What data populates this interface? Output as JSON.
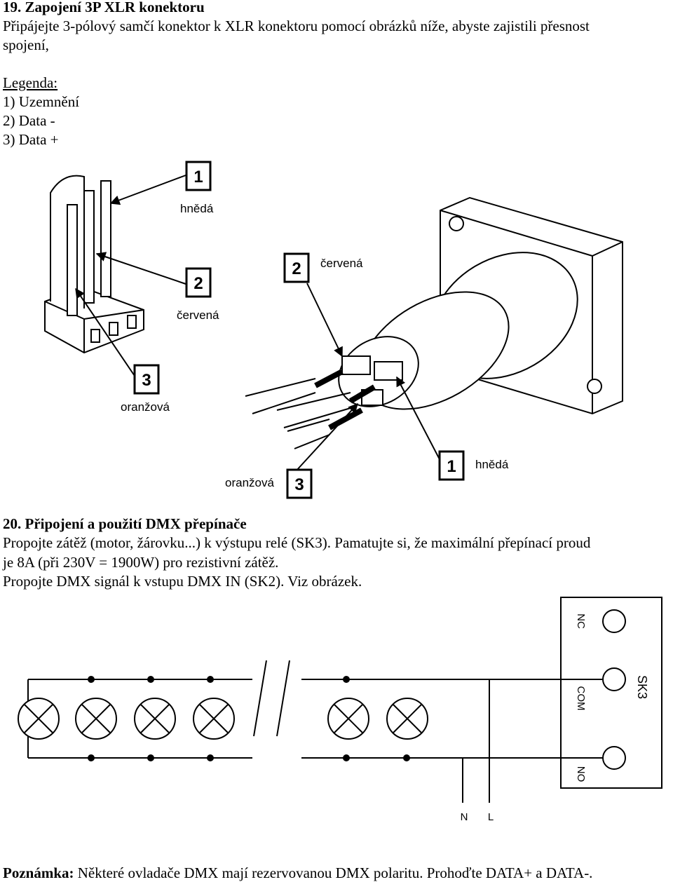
{
  "section19": {
    "title": "19. Zapojení 3P XLR konektoru",
    "intro_line1": "Připájejte 3-pólový samčí konektor k XLR konektoru pomocí obrázků níže, abyste zajistili přesnost",
    "intro_line2": "spojení,",
    "legend_title": "Legenda:",
    "legend_items": [
      "1) Uzemnění",
      "2) Data -",
      "3) Data +"
    ]
  },
  "xlr_figure": {
    "left_labels": [
      {
        "num": "1",
        "color": "hnědá"
      },
      {
        "num": "2",
        "color": "červená"
      },
      {
        "num": "3",
        "color": "oranžová"
      }
    ],
    "right_labels": [
      {
        "num": "2",
        "color": "červená"
      },
      {
        "num": "1",
        "color": "hnědá"
      },
      {
        "num": "3",
        "color": "oranžová"
      }
    ]
  },
  "section20": {
    "title": "20. Připojení a použití DMX přepínače",
    "line1": "Propojte zátěž (motor, žárovku...) k výstupu relé (SK3). Pamatujte si, že maximální přepínací proud",
    "line2": "je 8A (při 230V = 1900W) pro rezistivní zátěž.",
    "line3": "Propojte DMX signál k vstupu DMX IN (SK2). Viz obrázek."
  },
  "relay_figure": {
    "terminal_block": "SK3",
    "pins": [
      "NC",
      "COM",
      "NO"
    ],
    "supply": [
      "N",
      "L"
    ]
  },
  "note": {
    "label": "Poznámka:",
    "text": " Některé ovladače DMX mají rezervovanou DMX polaritu. Prohoďte DATA+ a DATA-."
  }
}
